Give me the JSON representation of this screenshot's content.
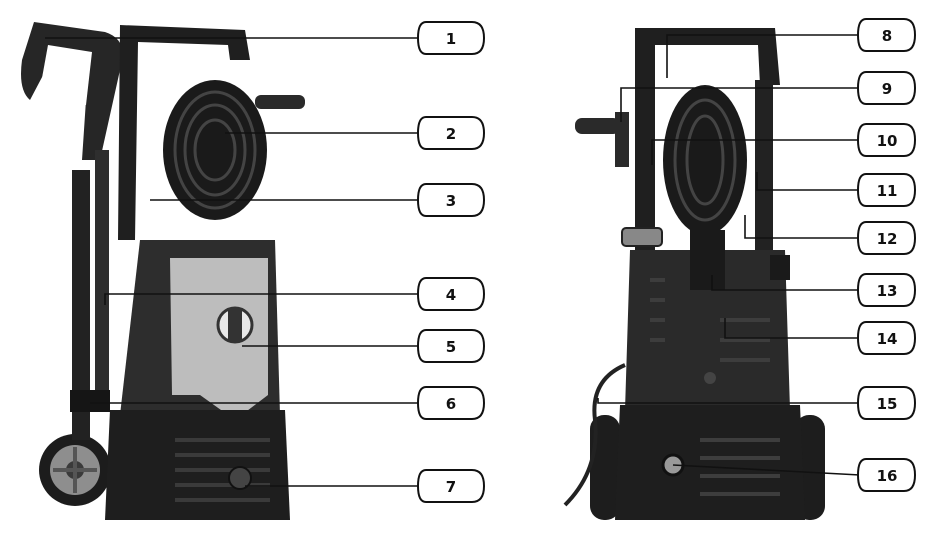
{
  "callouts_front": [
    "1",
    "2",
    "3",
    "4",
    "5",
    "6",
    "7"
  ],
  "callouts_back": [
    "8",
    "9",
    "10",
    "11",
    "12",
    "13",
    "14",
    "15",
    "16"
  ],
  "colors": {
    "body": "#2b2b2b",
    "dark": "#1a1a1a",
    "panel": "#bdbdbd",
    "line": "#111111",
    "paper": "#ffffff"
  }
}
